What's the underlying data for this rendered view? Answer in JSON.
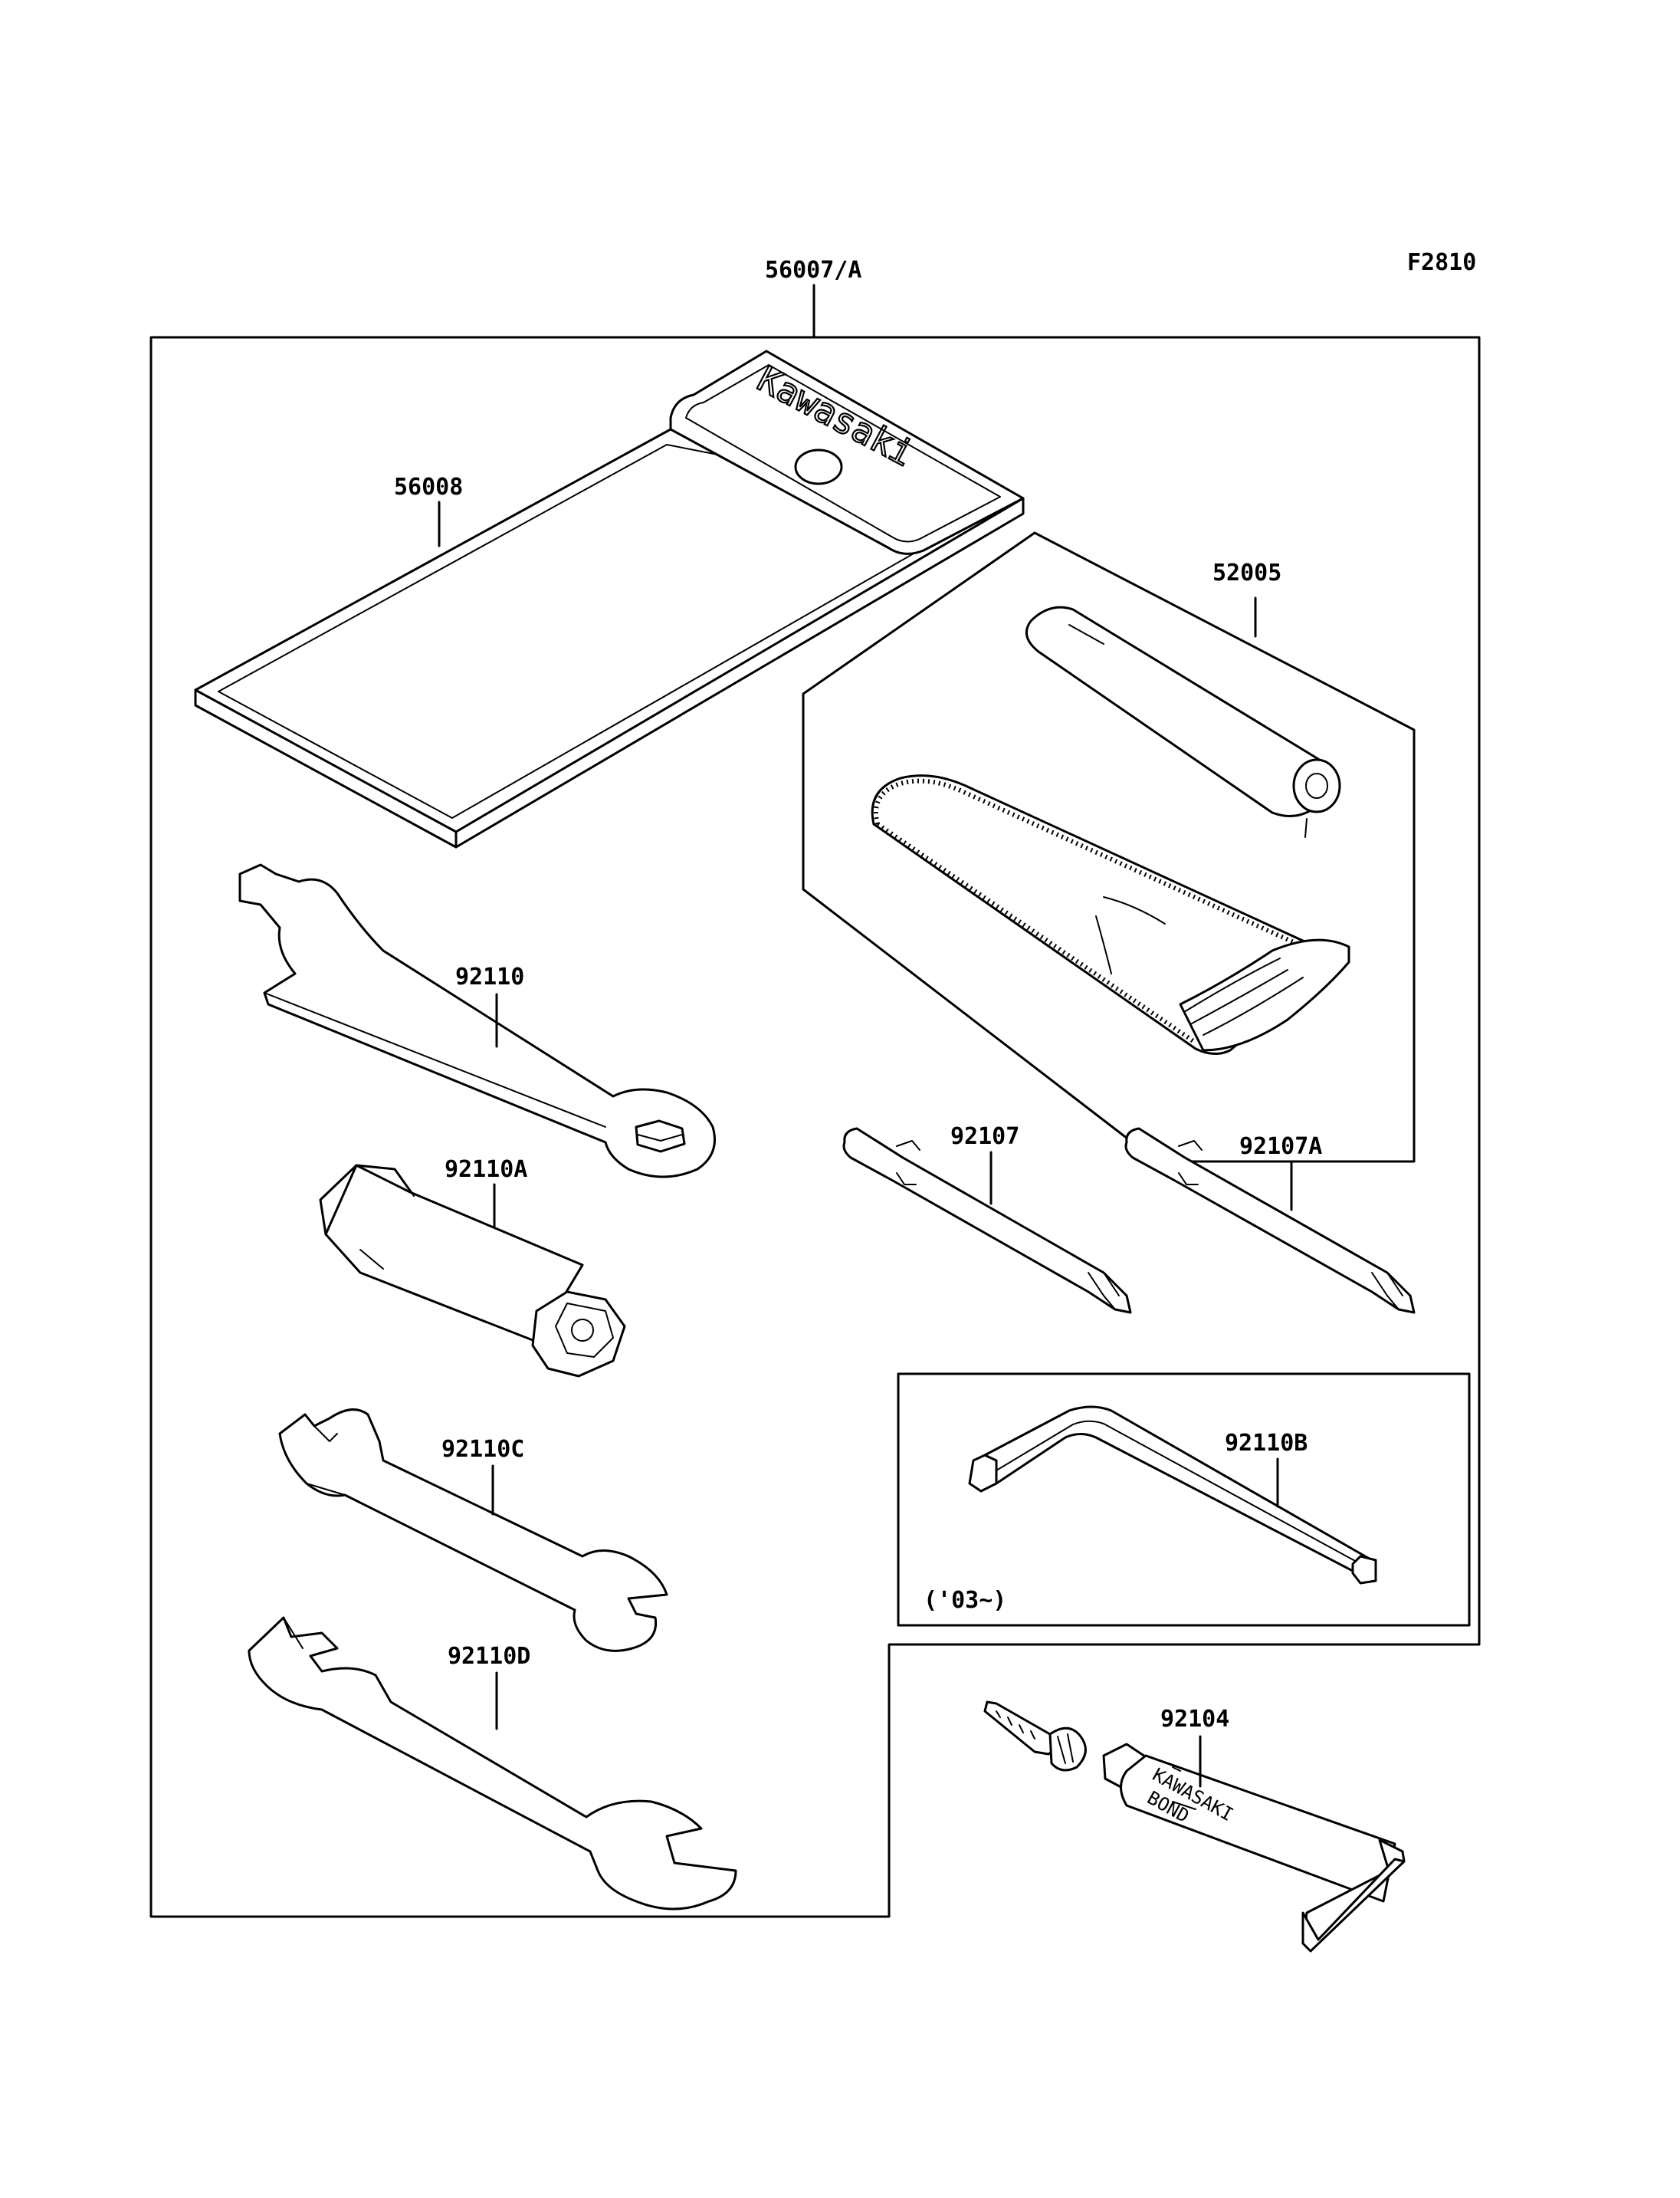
{
  "figure_code": "F2810",
  "kit_label": "56007/A",
  "parts": [
    {
      "id": "p-56008",
      "number": "56008",
      "item": "tool-pouch"
    },
    {
      "id": "p-52005",
      "number": "52005",
      "item": "tire-repair-kit"
    },
    {
      "id": "p-92110",
      "number": "92110",
      "item": "hook-wrench"
    },
    {
      "id": "p-92110A",
      "number": "92110A",
      "item": "spark-plug-socket"
    },
    {
      "id": "p-92110C",
      "number": "92110C",
      "item": "open-end-wrench-small"
    },
    {
      "id": "p-92110D",
      "number": "92110D",
      "item": "open-end-wrench-large"
    },
    {
      "id": "p-92107",
      "number": "92107",
      "item": "screwdriver-bit"
    },
    {
      "id": "p-92107A",
      "number": "92107A",
      "item": "screwdriver-bit"
    },
    {
      "id": "p-92110B",
      "number": "92110B",
      "item": "hex-key"
    },
    {
      "id": "p-92104",
      "number": "92104",
      "item": "bond-tube"
    }
  ],
  "notes": {
    "hex_key_applicability": "('03~)"
  },
  "brand": {
    "pouch_logo": "Kawasaki",
    "tube_line1": "KAWASAKI",
    "tube_line2": "BOND"
  },
  "colors": {
    "ink": "#000000",
    "paper": "#ffffff"
  }
}
